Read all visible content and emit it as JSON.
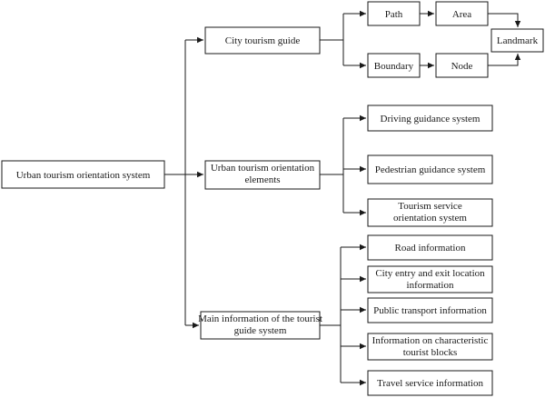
{
  "diagram": {
    "nodes": [
      {
        "id": "root",
        "label": "Urban tourism orientation system"
      },
      {
        "id": "city_guide",
        "label": "City tourism guide"
      },
      {
        "id": "path",
        "label": "Path"
      },
      {
        "id": "area",
        "label": "Area"
      },
      {
        "id": "landmark",
        "label": "Landmark"
      },
      {
        "id": "boundary",
        "label": "Boundary"
      },
      {
        "id": "node",
        "label": "Node"
      },
      {
        "id": "orientation_elements",
        "label": "Urban tourism orientation elements"
      },
      {
        "id": "driving",
        "label": "Driving guidance system"
      },
      {
        "id": "pedestrian",
        "label": "Pedestrian guidance system"
      },
      {
        "id": "tourism_service",
        "label": "Tourism service orientation system"
      },
      {
        "id": "main_info",
        "label": "Main information of the tourist guide system"
      },
      {
        "id": "road",
        "label": "Road information"
      },
      {
        "id": "city_entry",
        "label": "City entry and exit location information"
      },
      {
        "id": "public_transport",
        "label": "Public transport information"
      },
      {
        "id": "characteristic",
        "label": "Information on characteristic tourist blocks"
      },
      {
        "id": "travel_service",
        "label": "Travel service information"
      }
    ],
    "edges": [
      {
        "from": "root",
        "to": "city_guide"
      },
      {
        "from": "root",
        "to": "orientation_elements"
      },
      {
        "from": "root",
        "to": "main_info"
      },
      {
        "from": "city_guide",
        "to": "path"
      },
      {
        "from": "city_guide",
        "to": "boundary"
      },
      {
        "from": "path",
        "to": "area"
      },
      {
        "from": "boundary",
        "to": "node"
      },
      {
        "from": "area",
        "to": "landmark"
      },
      {
        "from": "node",
        "to": "landmark"
      },
      {
        "from": "orientation_elements",
        "to": "driving"
      },
      {
        "from": "orientation_elements",
        "to": "pedestrian"
      },
      {
        "from": "orientation_elements",
        "to": "tourism_service"
      },
      {
        "from": "main_info",
        "to": "road"
      },
      {
        "from": "main_info",
        "to": "city_entry"
      },
      {
        "from": "main_info",
        "to": "public_transport"
      },
      {
        "from": "main_info",
        "to": "characteristic"
      },
      {
        "from": "main_info",
        "to": "travel_service"
      }
    ]
  }
}
